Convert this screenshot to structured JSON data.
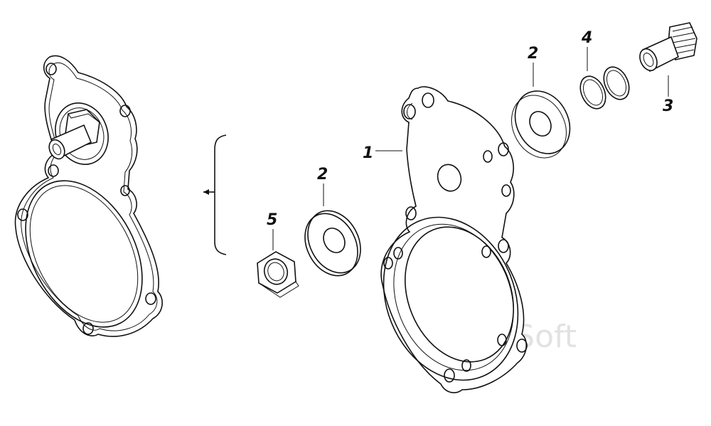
{
  "diagram": {
    "callouts": [
      {
        "id": "c1",
        "text": "1"
      },
      {
        "id": "c2a",
        "text": "2"
      },
      {
        "id": "c2b",
        "text": "2"
      },
      {
        "id": "c3",
        "text": "3"
      },
      {
        "id": "c4",
        "text": "4"
      },
      {
        "id": "c5",
        "text": "5"
      }
    ],
    "watermark": "AutoSoft"
  }
}
